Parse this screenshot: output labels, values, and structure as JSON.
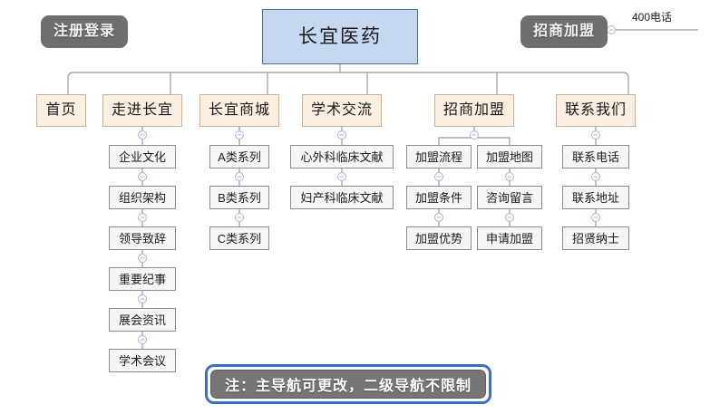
{
  "diagram": {
    "type": "sitemap-tree",
    "root": {
      "label": "长宜医药",
      "fill": "#c6d7f0",
      "stroke": "#4471a6"
    },
    "floating_buttons": [
      {
        "name": "register-login",
        "label": "注册登录"
      },
      {
        "name": "investment-join",
        "label": "招商加盟"
      }
    ],
    "connector_label": "400电话",
    "level1": [
      {
        "label": "首页",
        "children": []
      },
      {
        "label": "走进长宜",
        "children": [
          "企业文化",
          "组织架构",
          "领导致辞",
          "重要纪事",
          "展会资讯",
          "学术会议"
        ]
      },
      {
        "label": "长宜商城",
        "children": [
          "A类系列",
          "B类系列",
          "C类系列"
        ]
      },
      {
        "label": "学术交流",
        "children": [
          "心外科临床文献",
          "妇产科临床文献"
        ]
      },
      {
        "label": "招商加盟",
        "children": [
          "加盟流程",
          "加盟条件",
          "加盟优势",
          "加盟地图",
          "咨询留言",
          "申请加盟"
        ]
      },
      {
        "label": "联系我们",
        "children": [
          "联系电话",
          "联系地址",
          "招贤纳士"
        ]
      }
    ],
    "note": {
      "text": "注：主导航可更改，二级导航不限制",
      "ring_color": "#3a6fc4",
      "fill": "#767676"
    },
    "colors": {
      "level1_fill": "#fbeee2",
      "level1_stroke": "#d3b08a",
      "level2_fill": "#f6f6f6",
      "level2_stroke": "#8d8d8d",
      "pill_fill": "#6e6e6e",
      "wire": "#9a9a9a"
    }
  }
}
